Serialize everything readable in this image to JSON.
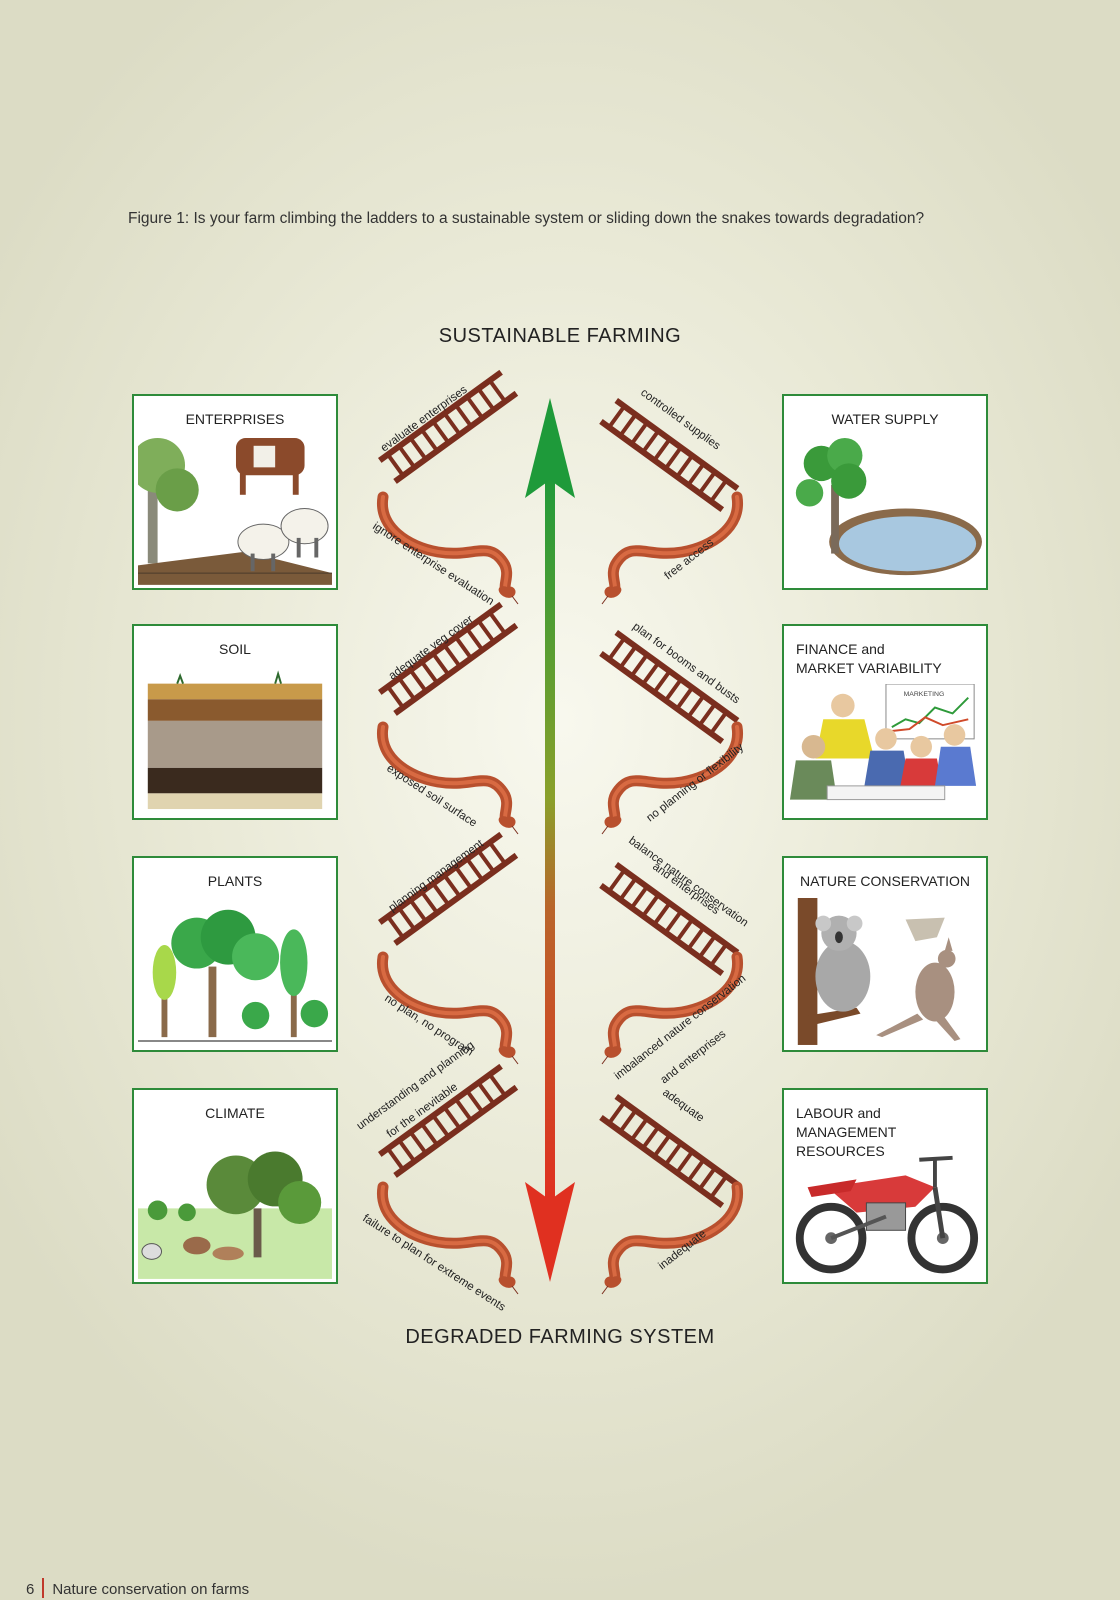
{
  "caption": "Figure 1: Is your farm climbing the ladders to a sustainable system or sliding down the snakes towards degradation?",
  "top_label": "SUSTAINABLE FARMING",
  "bottom_label": "DEGRADED FARMING SYSTEM",
  "left_panels": [
    {
      "title": "ENTERPRISES",
      "ladder": "evaluate enterprises",
      "snake": "ignore enterprise evaluation"
    },
    {
      "title": "SOIL",
      "ladder": "adequate veg cover",
      "snake": "exposed soil surface"
    },
    {
      "title": "PLANTS",
      "ladder": "planning management",
      "snake": "no plan, no program"
    },
    {
      "title": "CLIMATE",
      "ladder_line1": "understanding and planning",
      "ladder_line2": "for the inevitable",
      "snake": "failure to plan for extreme events"
    }
  ],
  "right_panels": [
    {
      "title": "WATER SUPPLY",
      "ladder": "controlled supplies",
      "snake": "free access"
    },
    {
      "title_line1": "FINANCE and",
      "title_line2": "MARKET VARIABILITY",
      "ladder": "plan for booms and busts",
      "snake": "no planning or flexibility",
      "chart_word": "MARKETING"
    },
    {
      "title": "NATURE CONSERVATION",
      "ladder_line1": "balance nature conservation",
      "ladder_line2": "and enterprises",
      "snake_line1": "imbalanced nature conservation",
      "snake_line2": "and enterprises"
    },
    {
      "title_line1": "LABOUR and",
      "title_line2": "MANAGEMENT RESOURCES",
      "ladder": "adequate",
      "snake": "inadequate"
    }
  ],
  "footer": {
    "page_number": "6",
    "text": "Nature conservation on farms"
  },
  "colors": {
    "panel_border": "#2e8b3a",
    "ladder": "#7a2e1e",
    "snake": "#b8502e",
    "arrow_top": "#1e9a3a",
    "arrow_bottom": "#e03020"
  }
}
